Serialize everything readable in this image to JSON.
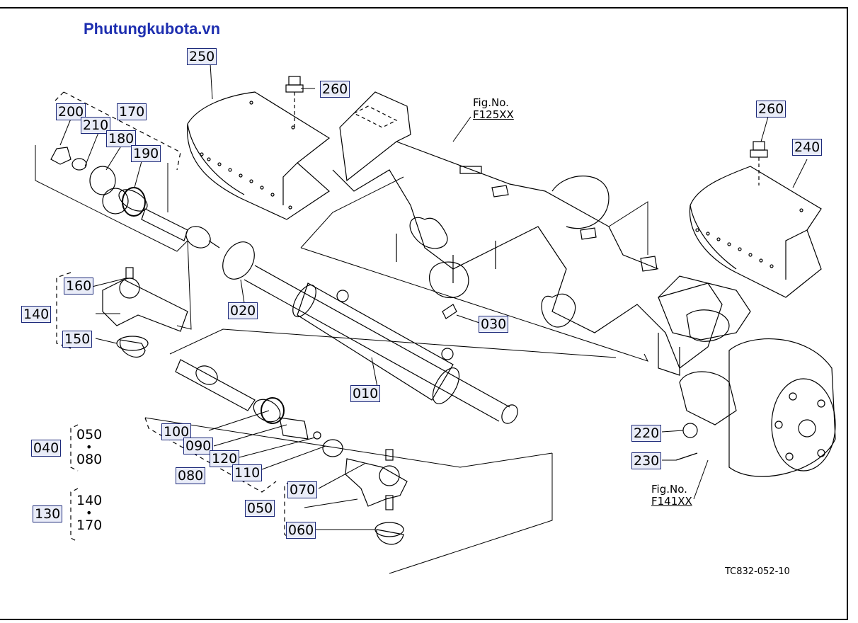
{
  "watermark": "Phutungkubota.vn",
  "figure_code": "TC832-052-10",
  "fig_refs": [
    {
      "line1": "Fig.No.",
      "line2": "F125XX"
    },
    {
      "line1": "Fig.No.",
      "line2": "F141XX"
    }
  ],
  "callouts": {
    "c250": "250",
    "c260a": "260",
    "c260b": "260",
    "c240": "240",
    "c200": "200",
    "c170": "170",
    "c210": "210",
    "c180": "180",
    "c190": "190",
    "c160": "160",
    "c140": "140",
    "c150": "150",
    "c020": "020",
    "c030": "030",
    "c010": "010",
    "c220": "220",
    "c230": "230",
    "c100": "100",
    "c090": "090",
    "c120": "120",
    "c110": "110",
    "c080": "080",
    "c070": "070",
    "c050": "050",
    "c060": "060",
    "c040": "040",
    "c130": "130"
  },
  "groups": {
    "g040": {
      "top": "050",
      "bottom": "080"
    },
    "g130": {
      "top": "140",
      "bottom": "170"
    }
  }
}
